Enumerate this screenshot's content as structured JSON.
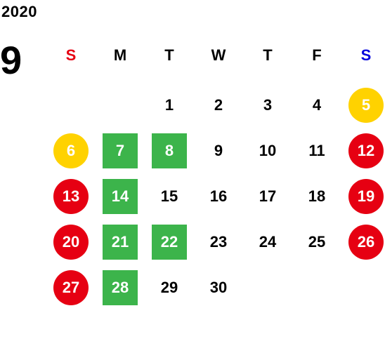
{
  "header": {
    "year": "2020",
    "month": "9"
  },
  "weekdays": [
    {
      "label": "S",
      "color": "#e60012"
    },
    {
      "label": "M",
      "color": "#000000"
    },
    {
      "label": "T",
      "color": "#000000"
    },
    {
      "label": "W",
      "color": "#000000"
    },
    {
      "label": "T",
      "color": "#000000"
    },
    {
      "label": "F",
      "color": "#000000"
    },
    {
      "label": "S",
      "color": "#0000dd"
    }
  ],
  "colors": {
    "holiday_red": "#e60012",
    "yellow": "#ffd200",
    "green": "#3cb44b",
    "text": "#000000"
  },
  "days": [
    {
      "label": "1",
      "mark": "none"
    },
    {
      "label": "2",
      "mark": "none"
    },
    {
      "label": "3",
      "mark": "none"
    },
    {
      "label": "4",
      "mark": "none"
    },
    {
      "label": "5",
      "mark": "yellow-circle"
    },
    {
      "label": "6",
      "mark": "yellow-circle"
    },
    {
      "label": "7",
      "mark": "green-square"
    },
    {
      "label": "8",
      "mark": "green-square"
    },
    {
      "label": "9",
      "mark": "none"
    },
    {
      "label": "10",
      "mark": "none"
    },
    {
      "label": "11",
      "mark": "none"
    },
    {
      "label": "12",
      "mark": "red-circle"
    },
    {
      "label": "13",
      "mark": "red-circle"
    },
    {
      "label": "14",
      "mark": "green-square"
    },
    {
      "label": "15",
      "mark": "none"
    },
    {
      "label": "16",
      "mark": "none"
    },
    {
      "label": "17",
      "mark": "none"
    },
    {
      "label": "18",
      "mark": "none"
    },
    {
      "label": "19",
      "mark": "red-circle"
    },
    {
      "label": "20",
      "mark": "red-circle"
    },
    {
      "label": "21",
      "mark": "green-square"
    },
    {
      "label": "22",
      "mark": "green-square"
    },
    {
      "label": "23",
      "mark": "none"
    },
    {
      "label": "24",
      "mark": "none"
    },
    {
      "label": "25",
      "mark": "none"
    },
    {
      "label": "26",
      "mark": "red-circle"
    },
    {
      "label": "27",
      "mark": "red-circle"
    },
    {
      "label": "28",
      "mark": "green-square"
    },
    {
      "label": "29",
      "mark": "none"
    },
    {
      "label": "30",
      "mark": "none"
    }
  ],
  "first_weekday_index": 2
}
